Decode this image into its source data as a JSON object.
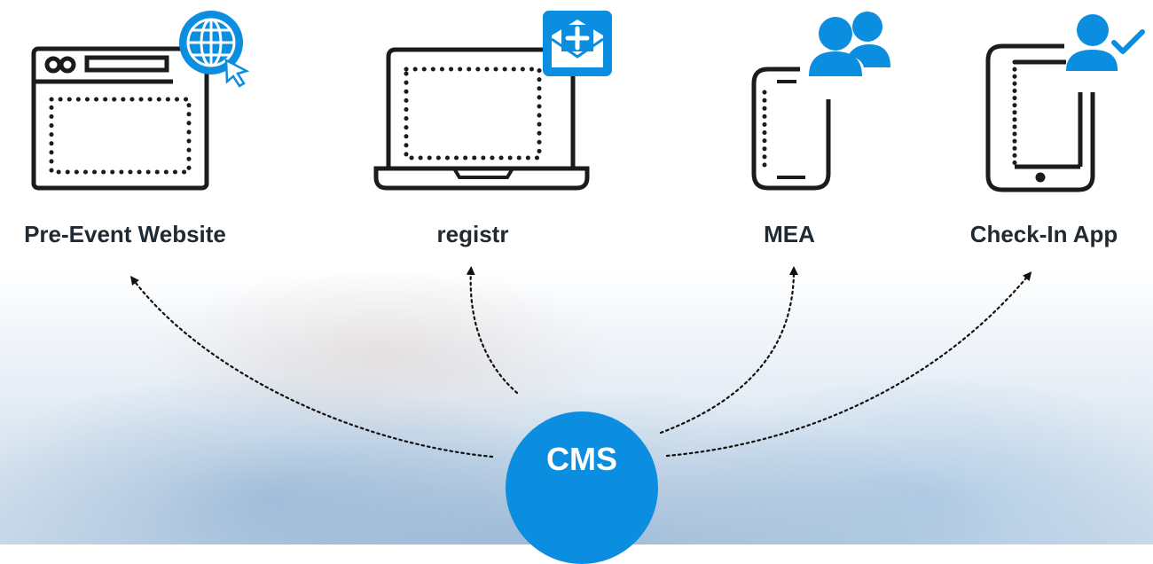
{
  "colors": {
    "accent": "#0c8ee0",
    "icon_stroke": "#1b1b1b",
    "label_text": "#202a33"
  },
  "hub": {
    "label": "CMS"
  },
  "targets": [
    {
      "label": "Pre-Event Website",
      "icon": "browser-window-icon",
      "badge": "globe-cursor-icon"
    },
    {
      "label": "registr",
      "icon": "laptop-icon",
      "badge": "envelope-plus-icon"
    },
    {
      "label": "MEA",
      "icon": "smartphone-icon",
      "badge": "users-icon"
    },
    {
      "label": "Check-In App",
      "icon": "tablet-icon",
      "badge": "user-check-icon"
    }
  ]
}
